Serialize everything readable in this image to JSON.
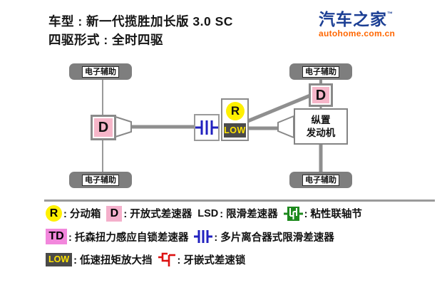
{
  "header": {
    "model_line": "车型 : 新一代揽胜加长版 3.0 SC",
    "drive_line": "四驱形式 : 全时四驱"
  },
  "logo": {
    "brand": "汽车之家",
    "tm": "™",
    "domain": "autohome.com.cn",
    "brand_color": "#1C3F94",
    "domain_color": "#FF6600"
  },
  "diagram": {
    "wheel_label": "电子辅助",
    "front_diff_label": "D",
    "rear_diff_label": "D",
    "transfer_case_top": "R",
    "transfer_case_bottom": "LOW",
    "engine_line1": "纵置",
    "engine_line2": "发动机"
  },
  "legend": {
    "rows": [
      {
        "items": [
          {
            "badge": "R",
            "text": ": 分动箱"
          },
          {
            "badge": "D",
            "text": ": 开放式差速器"
          },
          {
            "badge": "LSD",
            "text": ": 限滑差速器"
          },
          {
            "icon": "viscous-coupling",
            "text": ": 粘性联轴节"
          }
        ]
      },
      {
        "items": [
          {
            "badge": "TD",
            "text": ": 托森扭力感应自锁差速器"
          },
          {
            "icon": "multi-plate-clutch",
            "text": ": 多片离合器式限滑差速器"
          }
        ]
      },
      {
        "items": [
          {
            "badge": "LOW",
            "text": ": 低速扭矩放大挡"
          },
          {
            "icon": "dog-clutch-lock",
            "text": ": 牙嵌式差速锁"
          }
        ]
      }
    ]
  },
  "colors": {
    "diff_pink": "#F6B6C9",
    "td_pink": "#F287DC",
    "transfer_yellow": "#FFF000",
    "low_bg": "#4A4A4A",
    "low_text": "#FFE300",
    "clutch_blue": "#2121BF",
    "viscous_green": "#1E8A1E",
    "dog_red": "#DD1111",
    "wheel_gray": "#7E7E7E",
    "shaft_gray": "#8F8F8F"
  }
}
